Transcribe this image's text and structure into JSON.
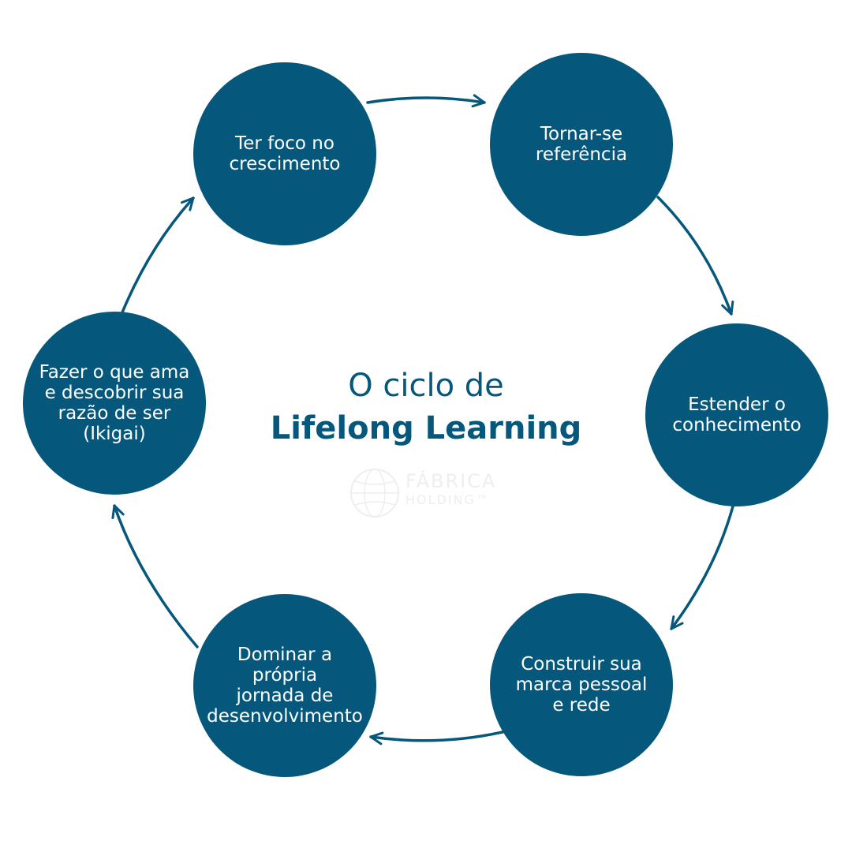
{
  "colors": {
    "node_fill": "#05587c",
    "node_text": "#ffffff",
    "title_text": "#05587c",
    "connector": "#05587c"
  },
  "title": {
    "line1": "O ciclo de",
    "line2": "Lifelong Learning"
  },
  "nodes": [
    {
      "id": "n1",
      "label": "Ter foco no\ncrescimento"
    },
    {
      "id": "n2",
      "label": "Tornar-se\nreferência"
    },
    {
      "id": "n3",
      "label": "Estender o\nconhecimento"
    },
    {
      "id": "n4",
      "label": "Construir sua\nmarca pessoal\ne rede"
    },
    {
      "id": "n5",
      "label": "Dominar a\nprópria\njornada de\ndesenvolvimento"
    },
    {
      "id": "n6",
      "label": "Fazer o que ama\ne descobrir sua\nrazão de ser\n(Ikigai)"
    }
  ],
  "edges": [
    {
      "from": "n1",
      "to": "n2"
    },
    {
      "from": "n2",
      "to": "n3"
    },
    {
      "from": "n3",
      "to": "n4"
    },
    {
      "from": "n4",
      "to": "n5"
    },
    {
      "from": "n5",
      "to": "n6"
    },
    {
      "from": "n6",
      "to": "n1"
    }
  ],
  "watermark": {
    "line1": "FÁBRICA",
    "line2": "HOLDING™"
  }
}
